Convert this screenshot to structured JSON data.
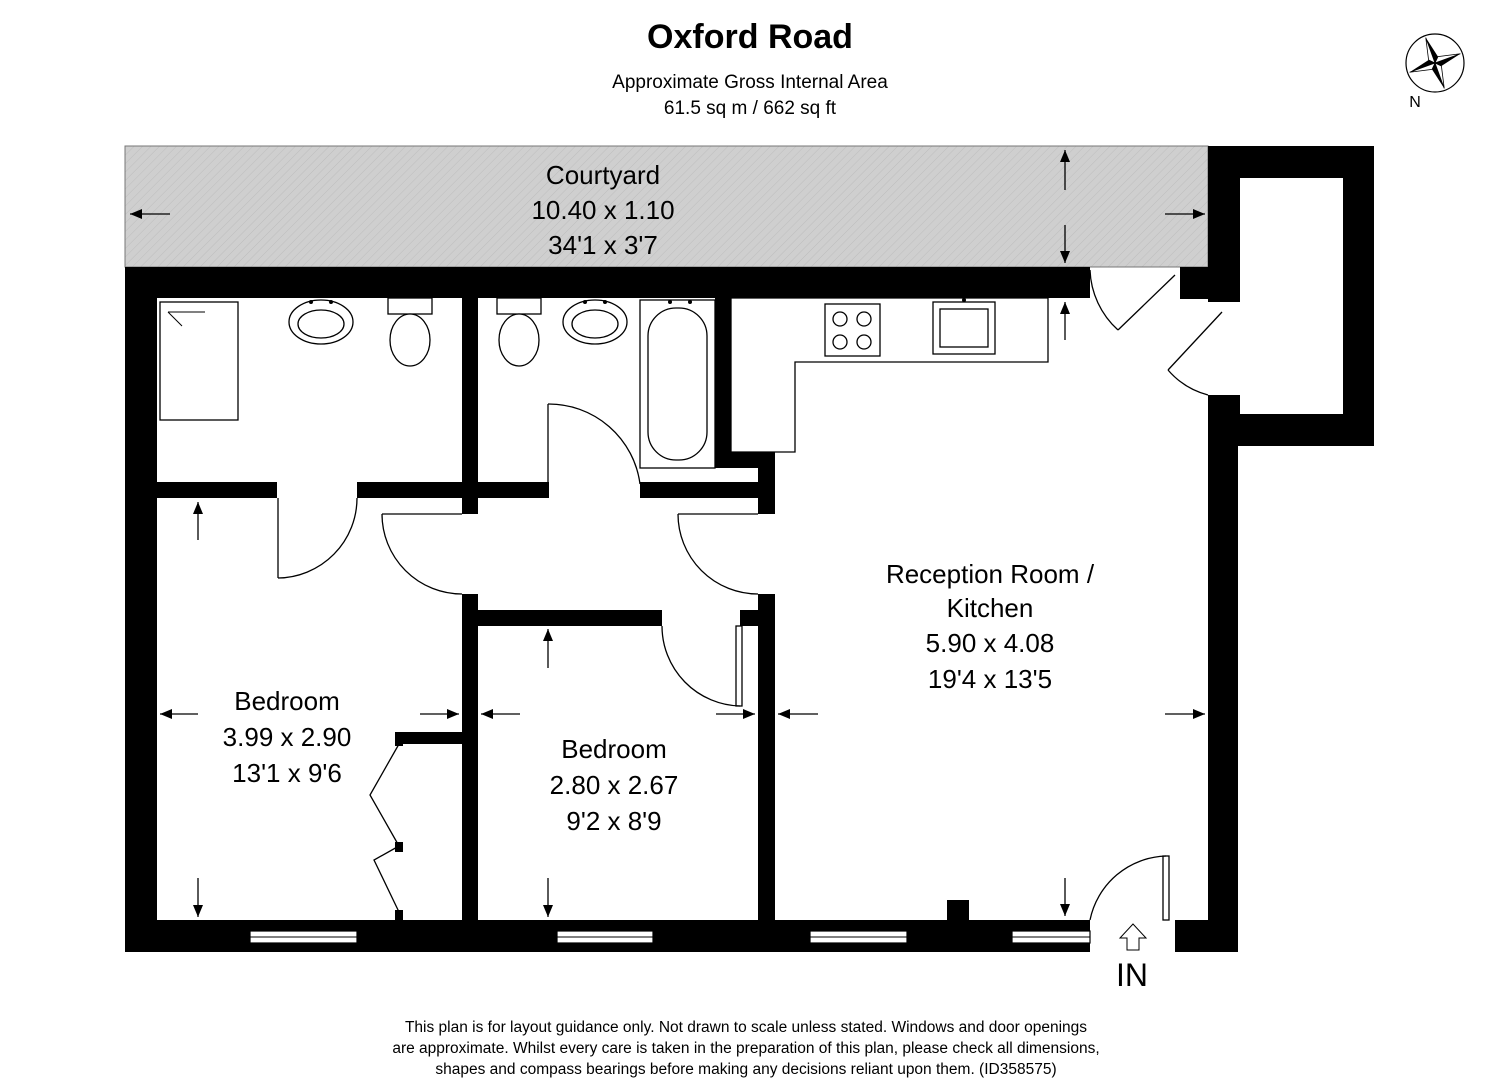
{
  "header": {
    "title": "Oxford Road",
    "area_label": "Approximate Gross Internal Area",
    "area_value": "61.5 sq m / 662 sq ft"
  },
  "compass": {
    "label": "N"
  },
  "rooms": {
    "courtyard": {
      "name": "Courtyard",
      "metric": "10.40 x 1.10",
      "imperial": "34'1 x 3'7"
    },
    "reception": {
      "name_line1": "Reception Room /",
      "name_line2": "Kitchen",
      "metric": "5.90 x 4.08",
      "imperial": "19'4 x 13'5"
    },
    "bedroom1": {
      "name": "Bedroom",
      "metric": "3.99 x 2.90",
      "imperial": "13'1 x 9'6"
    },
    "bedroom2": {
      "name": "Bedroom",
      "metric": "2.80 x 2.67",
      "imperial": "9'2 x 8'9"
    }
  },
  "entry": {
    "label": "IN"
  },
  "disclaimer": {
    "line1": "This plan is for layout guidance only. Not drawn to scale unless stated. Windows and door openings",
    "line2": "are approximate. Whilst every care is taken in the preparation of this plan, please check all dimensions,",
    "line3": "shapes and compass bearings before making any decisions reliant upon them. (ID358575)"
  },
  "colors": {
    "wall": "#000000",
    "courtyard_fill": "#cccccc",
    "background": "#ffffff"
  }
}
